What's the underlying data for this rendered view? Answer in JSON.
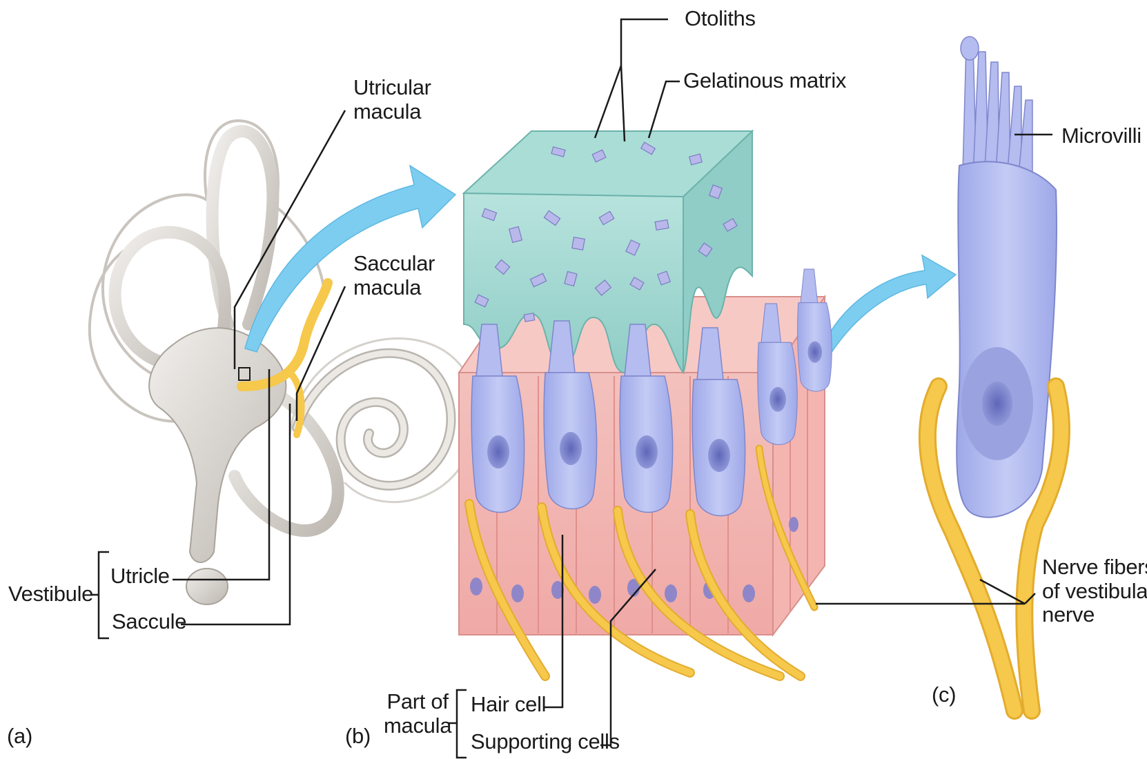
{
  "colors": {
    "labyrinth": "#d9d5d0",
    "labyrinth_outline": "#b9b4ae",
    "nerve": "#f6c84b",
    "arrow": "#7ccdf0",
    "matrix": "#9fd6cf",
    "otolith": "#b7b7e6",
    "hair_cell": "#aab4ee",
    "nucleus": "#7b83cc",
    "supporting_cell": "#f7b6b3",
    "line": "#1a1a1a"
  },
  "labels": {
    "otoliths": "Otoliths",
    "gelatinous_matrix": "Gelatinous matrix",
    "utricular_macula": [
      "Utricular",
      "macula"
    ],
    "saccular_macula": [
      "Saccular",
      "macula"
    ],
    "microvilli": "Microvilli",
    "vestibule": "Vestibule",
    "utricle": "Utricle",
    "saccule": "Saccule",
    "nerve_fibers": [
      "Nerve fibers",
      "of vestibular",
      "nerve"
    ],
    "part_of_macula": [
      "Part of",
      "macula"
    ],
    "hair_cell": "Hair cell",
    "supporting_cells": "Supporting cells"
  },
  "panels": {
    "a": "(a)",
    "b": "(b)",
    "c": "(c)"
  }
}
